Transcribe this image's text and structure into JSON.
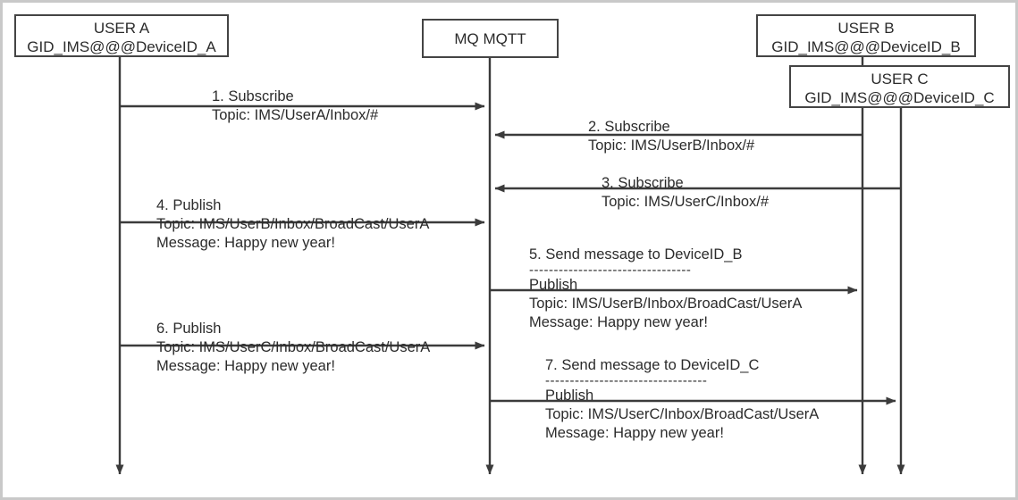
{
  "diagram": {
    "type": "sequence-diagram",
    "colors": {
      "line": "#3b3b3b",
      "box_border": "#444444",
      "text": "#2b2b2b",
      "background": "#ffffff",
      "outer_border": "#c9c9c9"
    },
    "participants": [
      {
        "id": "user_a",
        "name": "USER A",
        "client_id": "GID_IMS@@@DeviceID_A"
      },
      {
        "id": "mq_mqtt",
        "name": "MQ MQTT",
        "client_id": ""
      },
      {
        "id": "user_b",
        "name": "USER B",
        "client_id": "GID_IMS@@@DeviceID_B"
      },
      {
        "id": "user_c",
        "name": "USER C",
        "client_id": "GID_IMS@@@DeviceID_C"
      }
    ],
    "messages": [
      {
        "seq": "1. Subscribe",
        "from": "user_a",
        "to": "mq_mqtt",
        "direction": "right",
        "lines": [
          "Topic: IMS/UserA/Inbox/#"
        ]
      },
      {
        "seq": "2. Subscribe",
        "from": "user_b",
        "to": "mq_mqtt",
        "direction": "left",
        "lines": [
          "Topic: IMS/UserB/Inbox/#"
        ]
      },
      {
        "seq": "3. Subscribe",
        "from": "user_c",
        "to": "mq_mqtt",
        "direction": "left",
        "lines": [
          "Topic: IMS/UserC/Inbox/#"
        ]
      },
      {
        "seq": "4. Publish",
        "from": "user_a",
        "to": "mq_mqtt",
        "direction": "right",
        "lines": [
          "Topic: IMS/UserB/Inbox/BroadCast/UserA",
          "Message: Happy new year!"
        ]
      },
      {
        "seq": "5. Send message to DeviceID_B",
        "from": "mq_mqtt",
        "to": "user_b",
        "direction": "right",
        "separator": "---------------------------------",
        "lines": [
          "Publish",
          "Topic: IMS/UserB/Inbox/BroadCast/UserA",
          "Message: Happy new year!"
        ]
      },
      {
        "seq": "6. Publish",
        "from": "user_a",
        "to": "mq_mqtt",
        "direction": "right",
        "lines": [
          "Topic: IMS/UserC/Inbox/BroadCast/UserA",
          "Message: Happy new year!"
        ]
      },
      {
        "seq": "7. Send message to DeviceID_C",
        "from": "mq_mqtt",
        "to": "user_c",
        "direction": "right",
        "separator": "---------------------------------",
        "lines": [
          "Publish",
          "Topic: IMS/UserC/Inbox/BroadCast/UserA",
          "Message: Happy new year!"
        ]
      }
    ]
  }
}
